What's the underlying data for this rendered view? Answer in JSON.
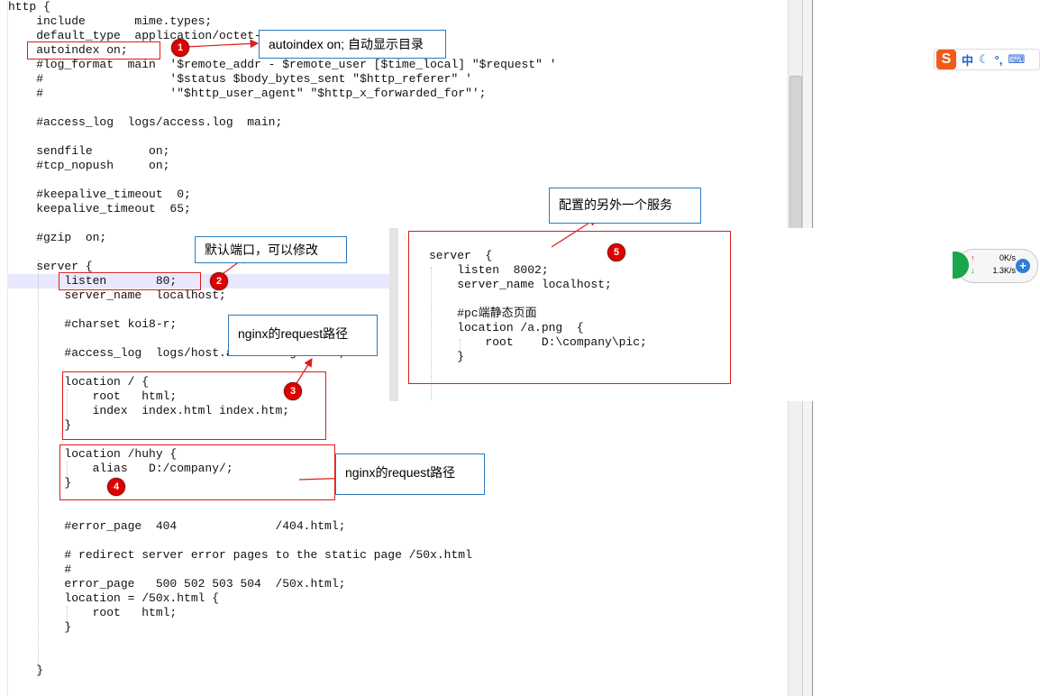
{
  "editor": {
    "lines": [
      "http {",
      "    include       mime.types;",
      "    default_type  application/octet-stream;",
      "    autoindex on;",
      "    #log_format  main  '$remote_addr - $remote_user [$time_local] \"$request\" '",
      "    #                  '$status $body_bytes_sent \"$http_referer\" '",
      "    #                  '\"$http_user_agent\" \"$http_x_forwarded_for\"';",
      "",
      "    #access_log  logs/access.log  main;",
      "",
      "    sendfile        on;",
      "    #tcp_nopush     on;",
      "",
      "    #keepalive_timeout  0;",
      "    keepalive_timeout  65;",
      "",
      "    #gzip  on;",
      "",
      "    server {",
      "        listen       80;",
      "        server_name  localhost;",
      "",
      "        #charset koi8-r;",
      "",
      "        #access_log  logs/host.access.log  main;",
      "",
      "        location / {",
      "            root   html;",
      "            index  index.html index.htm;",
      "        }",
      "",
      "        location /huhy {",
      "            alias   D:/company/;",
      "        }",
      "",
      "",
      "        #error_page  404              /404.html;",
      "",
      "        # redirect server error pages to the static page /50x.html",
      "        #",
      "        error_page   500 502 503 504  /50x.html;",
      "        location = /50x.html {",
      "            root   html;",
      "        }",
      "",
      "",
      "    }"
    ]
  },
  "overlay": {
    "lines": [
      "server  {",
      "    listen  8002;",
      "    server_name localhost;",
      "",
      "    #pc端静态页面",
      "    location /a.png  {",
      "        root    D:\\company\\pic;",
      "    }"
    ]
  },
  "annotations": {
    "callout1": "autoindex on; 自动显示目录",
    "callout2": "默认端口，可以修改",
    "callout3": "nginx的request路径",
    "callout4": "nginx的request路径",
    "callout5": "配置的另外一个服务",
    "badge1": "1",
    "badge2": "2",
    "badge3": "3",
    "badge4": "4",
    "badge5": "5",
    "accent": "#e21b1b",
    "callout_border": "#2b7bbd"
  },
  "ime": {
    "logo": "S",
    "mode": "中",
    "moon_icon": "moon-icon",
    "punct": "°,",
    "keyboard_icon": "keyboard-icon"
  },
  "network": {
    "upload": "0K/s",
    "download": "1.3K/s",
    "add_icon": "+"
  }
}
